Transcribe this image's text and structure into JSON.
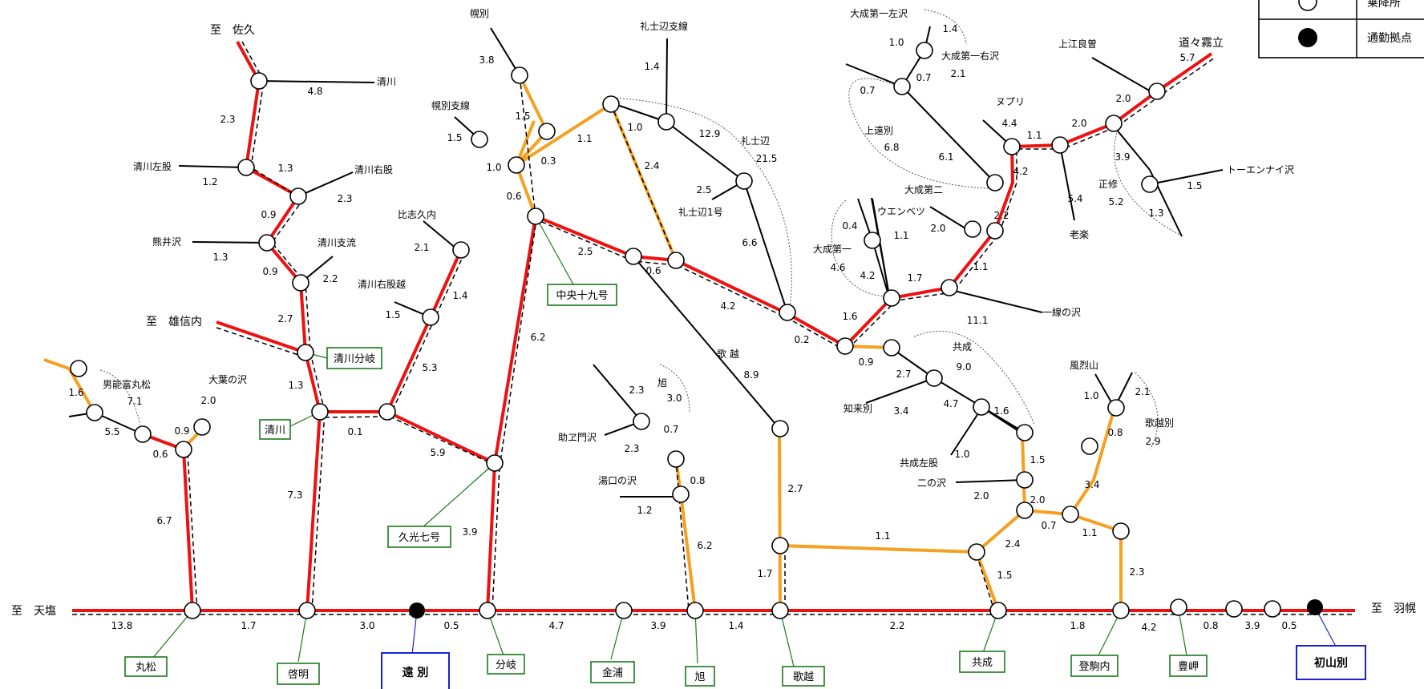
{
  "colors": {
    "main_route": "#ee1111",
    "secondary_route": "#f5a020",
    "other_road": "#000000",
    "parallel_dashed": "#000000",
    "callout_line": "#1a7a1a",
    "station_box": "#1a7a1a",
    "hub_box": "#1a22cc",
    "node_fill": "#ffffff",
    "hub_node_fill": "#000000"
  },
  "legend": {
    "rows": [
      {
        "icon": "open-circle-icon",
        "text": "乗降所"
      },
      {
        "icon": "filled-circle-icon",
        "text": "通勤拠点"
      }
    ]
  },
  "directions": {
    "saku": "至　佐久",
    "yushinnai": "至　雄信内",
    "teshio": "至　天塩",
    "horoshiro": "至　羽幌",
    "dodokiritatsu": "道々霧立"
  },
  "stations": {
    "marumatsu": "丸松",
    "keimei": "啓明",
    "enbetsu": "遠 別",
    "bunki": "分岐",
    "kanaura": "金浦",
    "asahi": "旭",
    "utakoshi": "歌越",
    "kyosei": "共成",
    "tokomanai": "登駒内",
    "houshin": "豊岬",
    "shosanbetsu": "初山別",
    "kiyokawa": "清川",
    "kiyokawa_bunki": "清川分岐",
    "chuo19": "中央十九号",
    "kyuko7": "久光七号"
  },
  "places": {
    "kiyokawa_top": "清川",
    "kiyokawa_sakamata": "清川左股",
    "kiyokawa_umata": "清川右股",
    "kumaizawa": "熊井沢",
    "kiyokawa_shiryu": "清川支流",
    "kiyokawa_umatagoe": "清川右股越",
    "hishikunai": "比志久内",
    "horobetsu": "幌別",
    "horobetsu_shisen": "幌別支線",
    "reishibe_shisen": "礼士辺支線",
    "reishibe": "礼士辺",
    "reishibe_1go": "礼士辺1号",
    "taisei_ichisawa": "大成第一左沢",
    "taisei_migisawa": "大成第一右沢",
    "kamitobetsu": "上遠別",
    "taisei_dai2": "大成第二",
    "uenbetsu": "ウエンベツ",
    "taisei_dai1": "大成第一",
    "nupuri": "ヌプリ",
    "kamiesaso": "上江良曽",
    "shoshu": "正修",
    "touennaizawa": "トーエンナイ沢",
    "rouraku": "老楽",
    "ichisennosawa": "一線の沢",
    "kyosei_top": "共成",
    "chirabetsu": "知来別",
    "kyosei_sakamata": "共成左股",
    "ninosawa": "二の沢",
    "fuuretsuzan": "風烈山",
    "utakoshibetsu": "歌越別",
    "utakoshi_road": "歌 越",
    "asahi_top": "旭",
    "sukeemonzawa": "助ヱ門沢",
    "yunokuchi": "湯口の沢",
    "otomefu_matsu": "男能富丸松",
    "oobanosawa": "大葉の沢"
  },
  "distances": {
    "main": [
      "13.8",
      "1.7",
      "3.0",
      "0.5",
      "4.7",
      "3.9",
      "1.4",
      "2.2",
      "1.8",
      "4.2",
      "0.8",
      "3.9",
      "0.5"
    ],
    "kiyokawa": [
      "4.8",
      "2.3",
      "1.3",
      "1.2",
      "2.3",
      "0.9",
      "1.3",
      "0.9",
      "2.2",
      "2.7",
      "1.3",
      "7.3",
      "0.1"
    ],
    "hishikunai": [
      "2.1",
      "1.4",
      "1.5",
      "5.3",
      "5.9",
      "3.9",
      "6.2"
    ],
    "horobetsu": [
      "3.8",
      "1.5",
      "1.5",
      "1.0",
      "0.3",
      "0.6",
      "1.1",
      "1.0",
      "1.4",
      "12.9"
    ],
    "chuo": [
      "2.4",
      "2.5",
      "2.5",
      "0.6",
      "21.5",
      "6.6",
      "4.2",
      "0.2",
      "8.9"
    ],
    "taisei": [
      "1.4",
      "1.0",
      "0.7",
      "2.1",
      "0.7",
      "6.8",
      "6.1",
      "0.4",
      "1.1",
      "2.0",
      "4.6",
      "4.2",
      "1.7",
      "1.6",
      "0.9",
      "2.2",
      "1.1",
      "11.1",
      "4.2",
      "4.4",
      "1.1",
      "2.0",
      "5.4",
      "2.0",
      "5.7",
      "3.9",
      "1.5",
      "5.2",
      "1.3"
    ],
    "kyosei": [
      "2.7",
      "9.0",
      "3.4",
      "4.7",
      "1.6",
      "1.0",
      "1.5",
      "2.0",
      "2.0",
      "0.7",
      "2.4",
      "1.5",
      "1.1",
      "2.7",
      "1.7"
    ],
    "fuuretsu": [
      "1.0",
      "2.1",
      "0.8",
      "2.9",
      "3.4",
      "1.1",
      "2.3"
    ],
    "asahi": [
      "2.3",
      "3.0",
      "0.7",
      "2.3",
      "0.8",
      "1.2",
      "6.2"
    ],
    "marumatsu": [
      "1.6",
      "7.1",
      "5.5",
      "0.6",
      "0.9",
      "2.0",
      "6.7"
    ]
  }
}
